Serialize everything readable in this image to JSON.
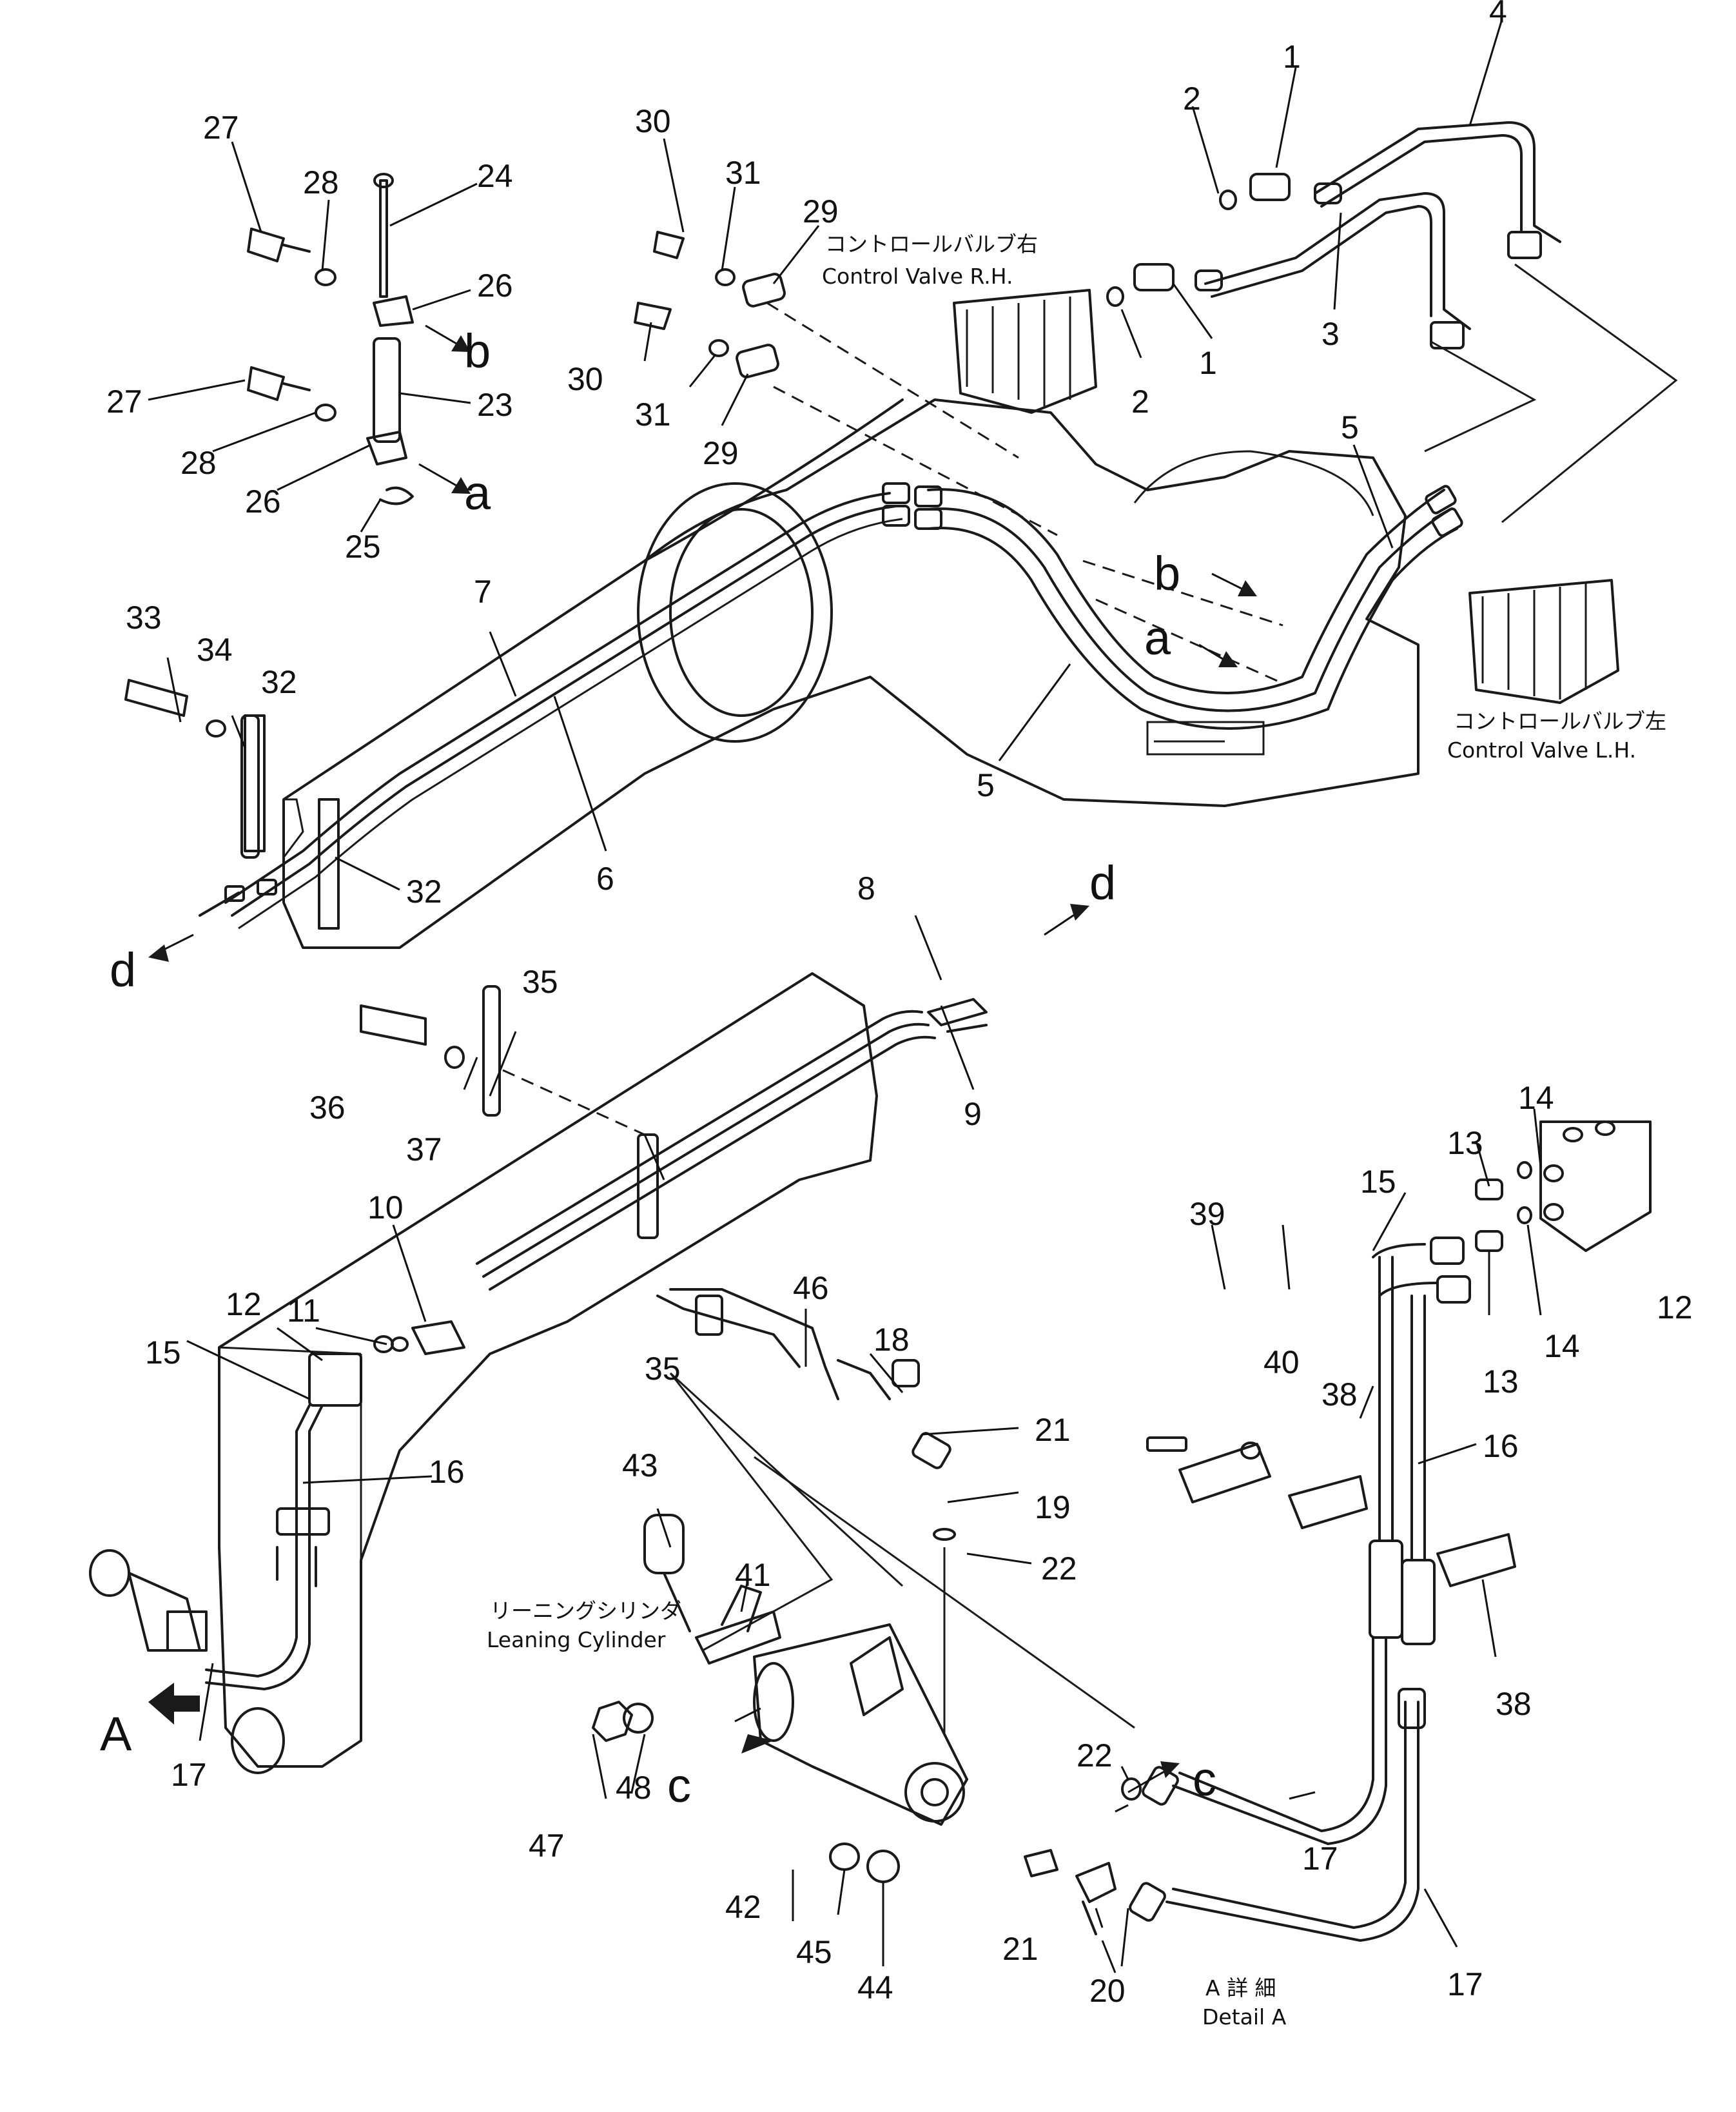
{
  "callouts": {
    "n1": "1",
    "n2": "2",
    "n3": "3",
    "n4": "4",
    "n5": "5",
    "n6": "6",
    "n7": "7",
    "n8": "8",
    "n9": "9",
    "n10": "10",
    "n11": "11",
    "n12": "12",
    "n13": "13",
    "n14": "14",
    "n15": "15",
    "n16": "16",
    "n17": "17",
    "n18": "18",
    "n19": "19",
    "n20": "20",
    "n21": "21",
    "n22": "22",
    "n23": "23",
    "n24": "24",
    "n25": "25",
    "n26": "26",
    "n27": "27",
    "n28": "28",
    "n29": "29",
    "n30": "30",
    "n31": "31",
    "n32": "32",
    "n33": "33",
    "n34": "34",
    "n35": "35",
    "n36": "36",
    "n37": "37",
    "n38": "38",
    "n39": "39",
    "n40": "40",
    "n41": "41",
    "n42": "42",
    "n43": "43",
    "n44": "44",
    "n45": "45",
    "n46": "46",
    "n47": "47",
    "n48": "48"
  },
  "markers": {
    "a": "a",
    "b": "b",
    "c": "c",
    "d": "d",
    "A": "A"
  },
  "captions": {
    "valve_rh_jp": "コントロールバルブ右",
    "valve_rh_en": "Control Valve R.H.",
    "valve_lh_jp": "コントロールバルブ左",
    "valve_lh_en": "Control Valve L.H.",
    "cylinder_jp": "リーニングシリンダ",
    "cylinder_en": "Leaning Cylinder",
    "detail_jp": "A 詳 細",
    "detail_en": "Detail A"
  }
}
